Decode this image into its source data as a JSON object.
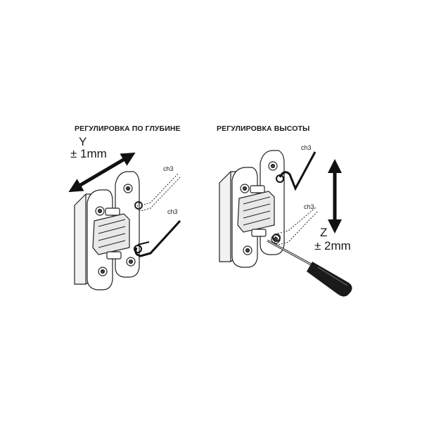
{
  "left_panel": {
    "heading": "РЕГУЛИРОВКА ПО ГЛУБИНЕ",
    "axis": "Y",
    "tolerance": "± 1mm",
    "key_top": "ch3",
    "key_bottom": "ch3"
  },
  "right_panel": {
    "heading": "РЕГУЛИРОВКА ВЫСОТЫ",
    "axis": "Z",
    "tolerance": "± 2mm",
    "key_top": "ch3",
    "key_bottom": "ch3"
  }
}
